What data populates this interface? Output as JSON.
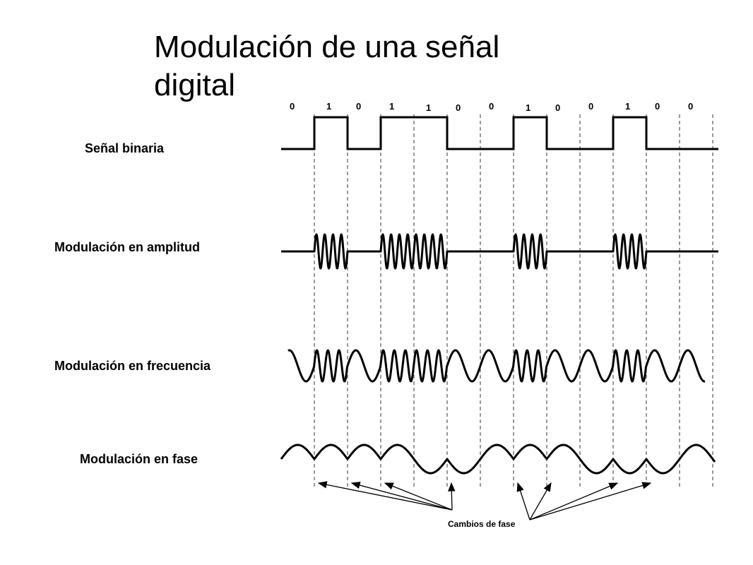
{
  "slide": {
    "title": "Modulación de una señal digital"
  },
  "rows": [
    {
      "id": "binary",
      "label": "Señal binaria"
    },
    {
      "id": "am",
      "label": "Modulación en amplitud"
    },
    {
      "id": "fm",
      "label": "Modulación en frecuencia"
    },
    {
      "id": "pm",
      "label": "Modulación en fase"
    }
  ],
  "bits": [
    "0",
    "1",
    "0",
    "1",
    "1",
    "0",
    "0",
    "1",
    "0",
    "0",
    "1",
    "0",
    "0"
  ],
  "bit_sequence": [
    0,
    1,
    0,
    1,
    1,
    0,
    0,
    1,
    0,
    0,
    1,
    0,
    0
  ],
  "annotation": {
    "label": "Cambios de fase"
  }
}
